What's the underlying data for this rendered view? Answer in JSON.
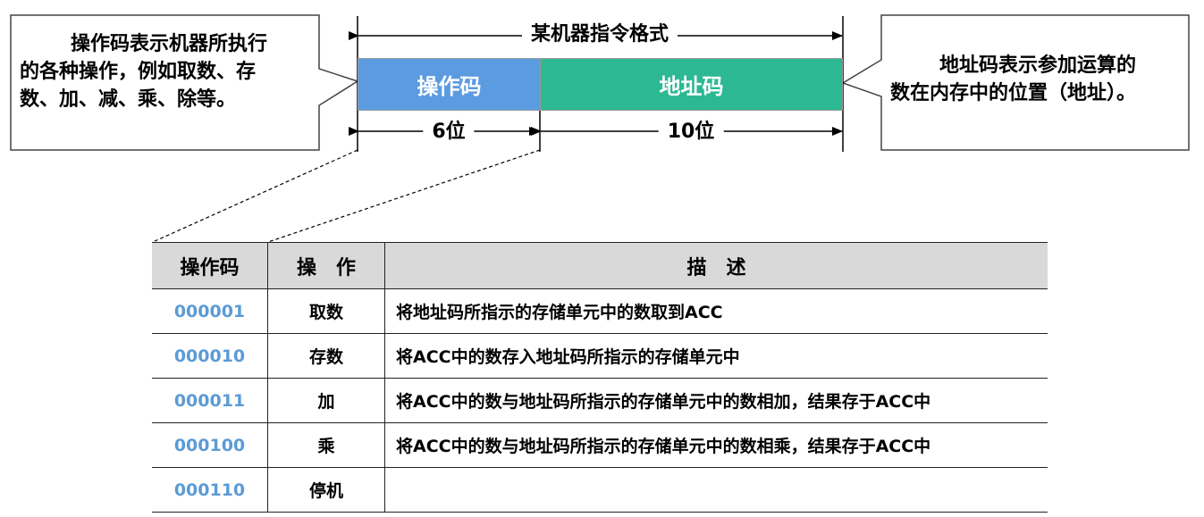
{
  "title": "某机器指令格式",
  "fields": {
    "opcode": {
      "label": "操作码",
      "bits": "6位",
      "color": "#5b9be0"
    },
    "address": {
      "label": "地址码",
      "bits": "10位",
      "color": "#2db894"
    }
  },
  "callouts": {
    "left": [
      "操作码表示机器所执行",
      "的各种操作，例如取数、存",
      "数、加、减、乘、除等。"
    ],
    "right": [
      "地址码表示参加运算的",
      "数在内存中的位置（地址）。"
    ]
  },
  "table": {
    "headers": [
      "操作码",
      "操　作",
      "描　述"
    ],
    "rows": [
      {
        "code": "000001",
        "op": "取数",
        "desc": "将地址码所指示的存储单元中的数取到ACC"
      },
      {
        "code": "000010",
        "op": "存数",
        "desc": "将ACC中的数存入地址码所指示的存储单元中"
      },
      {
        "code": "000011",
        "op": "加",
        "desc": "将ACC中的数与地址码所指示的存储单元中的数相加，结果存于ACC中"
      },
      {
        "code": "000100",
        "op": "乘",
        "desc": "将ACC中的数与地址码所指示的存储单元中的数相乘，结果存于ACC中"
      },
      {
        "code": "000110",
        "op": "停机",
        "desc": ""
      }
    ]
  },
  "colors": {
    "code_text": "#5b9bd5",
    "header_bg": "#d9d9d9"
  }
}
